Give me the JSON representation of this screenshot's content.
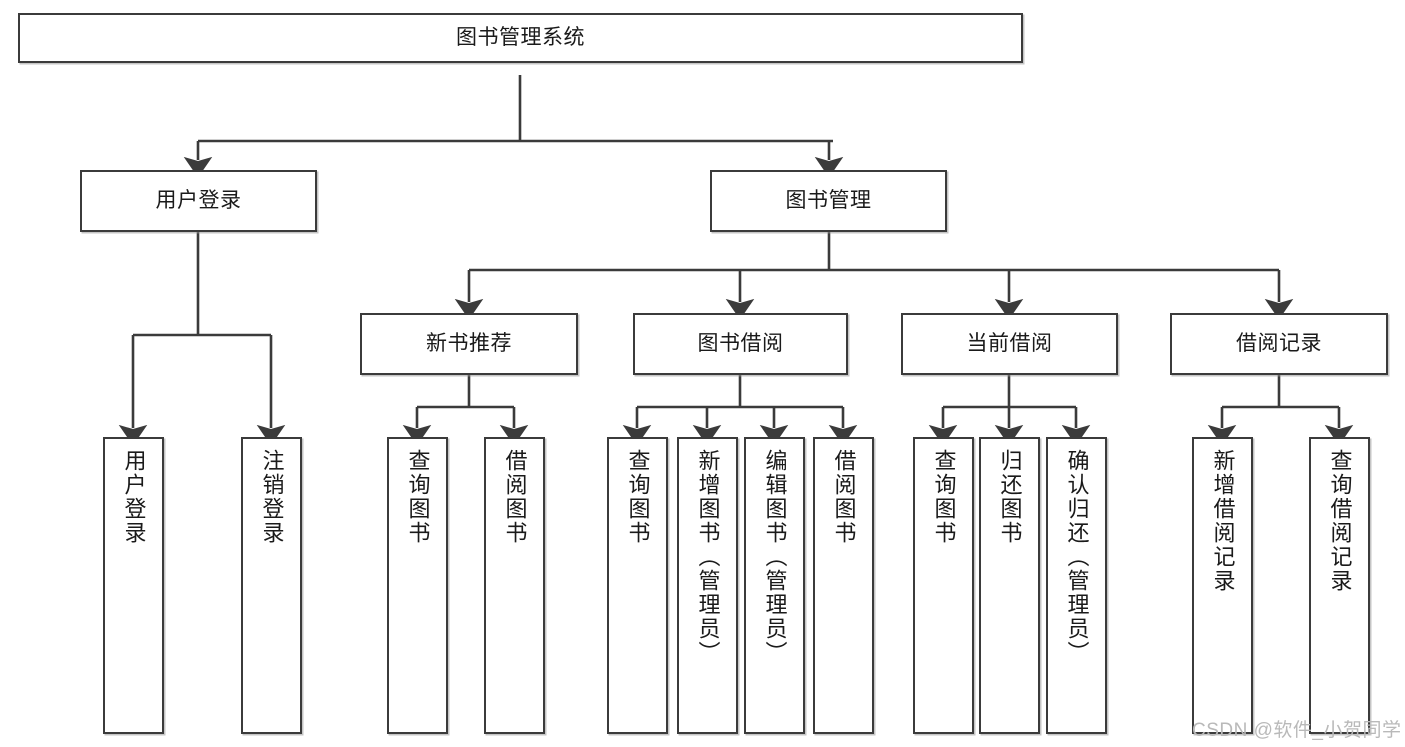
{
  "diagram": {
    "title": "图书管理系统",
    "watermark": "CSDN @软件_小贺同学",
    "line_color": "#3b3b3b",
    "box_fill": "#ffffff",
    "text_color": "#1a1a1a",
    "levels": {
      "root": {
        "label": "图书管理系统"
      },
      "level2": [
        {
          "label": "用户登录"
        },
        {
          "label": "图书管理"
        }
      ],
      "level3": [
        {
          "label": "新书推荐"
        },
        {
          "label": "图书借阅"
        },
        {
          "label": "当前借阅"
        },
        {
          "label": "借阅记录"
        }
      ],
      "leaves": {
        "user_login": [
          {
            "label": "用户登录"
          },
          {
            "label": "注销登录"
          }
        ],
        "new_book_recommend": [
          {
            "label": "查询图书"
          },
          {
            "label": "借阅图书"
          }
        ],
        "book_borrow": [
          {
            "label": "查询图书"
          },
          {
            "label": "新增图书（管理员）"
          },
          {
            "label": "编辑图书（管理员）"
          },
          {
            "label": "借阅图书"
          }
        ],
        "current_borrow": [
          {
            "label": "查询图书"
          },
          {
            "label": "归还图书"
          },
          {
            "label": "确认归还（管理员）"
          }
        ],
        "borrow_record": [
          {
            "label": "新增借阅记录"
          },
          {
            "label": "查询借阅记录"
          }
        ]
      }
    }
  }
}
